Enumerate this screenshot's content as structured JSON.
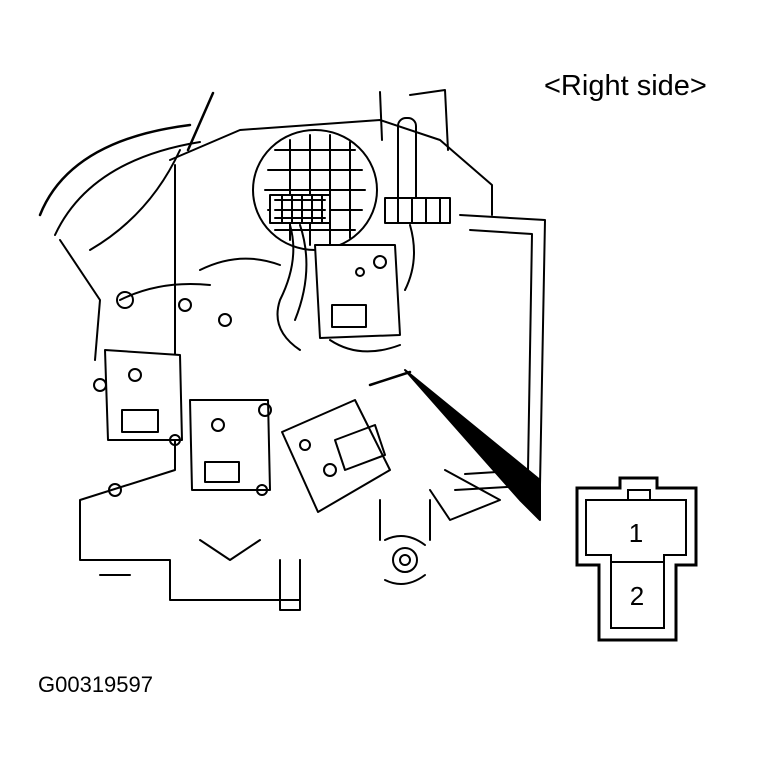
{
  "diagram": {
    "side_label": "<Right side>",
    "figure_code": "G00319597",
    "connector": {
      "pins": [
        "1",
        "2"
      ]
    },
    "colors": {
      "line": "#000000",
      "background": "#ffffff"
    }
  }
}
